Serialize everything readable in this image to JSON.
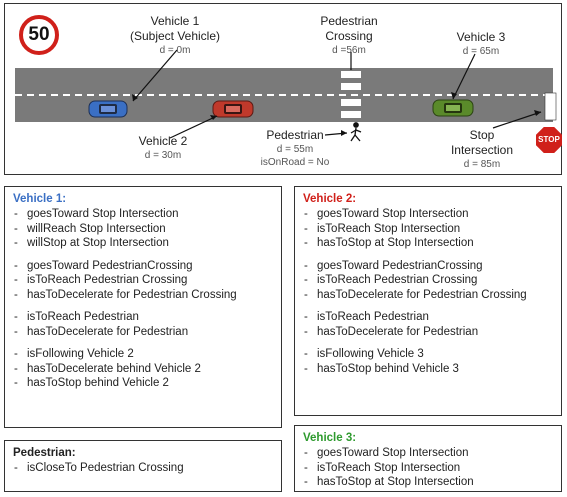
{
  "speed_sign": {
    "value": "50"
  },
  "stop_sign": {
    "text": "STOP"
  },
  "labels": {
    "vehicle1": {
      "name": "Vehicle 1",
      "role": "(Subject Vehicle)",
      "dist": "d = 0m"
    },
    "crossing": {
      "line1": "Pedestrian",
      "line2": "Crossing",
      "dist": "d =56m"
    },
    "vehicle3": {
      "name": "Vehicle 3",
      "dist": "d = 65m"
    },
    "vehicle2": {
      "name": "Vehicle 2",
      "dist": "d = 30m"
    },
    "pedestrian": {
      "name": "Pedestrian",
      "dist": "d = 55m",
      "status": "isOnRoad = No"
    },
    "stop": {
      "line1": "Stop",
      "line2": "Intersection",
      "dist": "d = 85m"
    }
  },
  "colors": {
    "vehicle1": "#3a6fc4",
    "vehicle2": "#c0392b",
    "vehicle3": "#5a8a2a",
    "road": "#777777"
  },
  "boxes": {
    "vehicle1": {
      "title": "Vehicle 1:",
      "items": [
        "goesToward Stop Intersection",
        "willReach Stop Intersection",
        "willStop at Stop Intersection",
        "goesToward PedestrianCrossing",
        "isToReach Pedestrian Crossing",
        "hasToDecelerate for Pedestrian Crossing",
        "isToReach Pedestrian",
        "hasToDecelerate for Pedestrian",
        "isFollowing Vehicle 2",
        "hasToDecelerate behind Vehicle 2",
        "hasToStop behind Vehicle 2"
      ]
    },
    "vehicle2": {
      "title": "Vehicle 2:",
      "items": [
        "goesToward Stop Intersection",
        "isToReach Stop Intersection",
        "hasToStop at Stop Intersection",
        "goesToward PedestrianCrossing",
        "isToReach Pedestrian Crossing",
        "hasToDecelerate for Pedestrian Crossing",
        "isToReach Pedestrian",
        "hasToDecelerate for Pedestrian",
        "isFollowing Vehicle 3",
        "hasToStop behind Vehicle 3"
      ]
    },
    "pedestrian": {
      "title": "Pedestrian:",
      "items": [
        "isCloseTo Pedestrian Crossing"
      ]
    },
    "vehicle3": {
      "title": "Vehicle 3:",
      "items": [
        "goesToward Stop Intersection",
        "isToReach Stop Intersection",
        "hasToStop at Stop Intersection"
      ]
    }
  }
}
